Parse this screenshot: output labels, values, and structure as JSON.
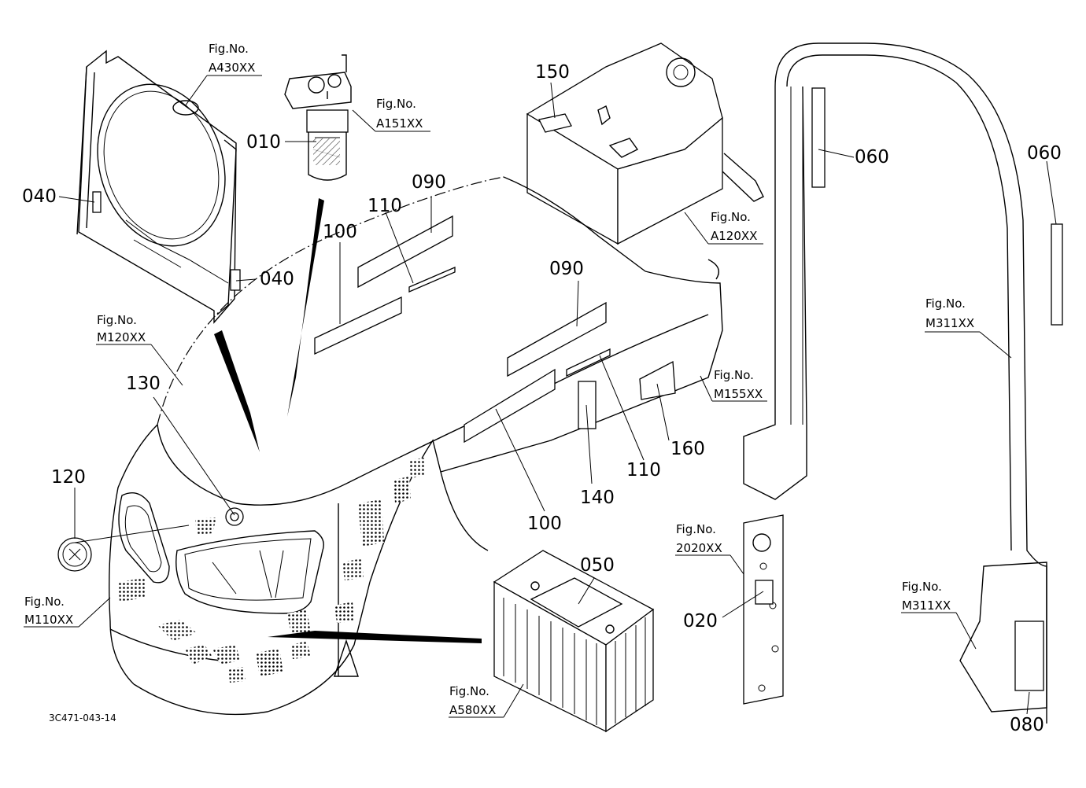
{
  "diagram": {
    "drawing_code": "3C471-043-14",
    "fig_prefix": "Fig.No.",
    "fig_refs": [
      {
        "id": "a430",
        "code": "A430XX"
      },
      {
        "id": "a151",
        "code": "A151XX"
      },
      {
        "id": "a120",
        "code": "A120XX"
      },
      {
        "id": "m120",
        "code": "M120XX"
      },
      {
        "id": "m155",
        "code": "M155XX"
      },
      {
        "id": "m311a",
        "code": "M311XX"
      },
      {
        "id": "m311b",
        "code": "M311XX"
      },
      {
        "id": "m110",
        "code": "M110XX"
      },
      {
        "id": "a580",
        "code": "A580XX"
      },
      {
        "id": "2020",
        "code": "2020XX"
      }
    ],
    "callouts": [
      {
        "id": "010",
        "label": "010"
      },
      {
        "id": "020",
        "label": "020"
      },
      {
        "id": "040a",
        "label": "040"
      },
      {
        "id": "040b",
        "label": "040"
      },
      {
        "id": "050",
        "label": "050"
      },
      {
        "id": "060a",
        "label": "060"
      },
      {
        "id": "060b",
        "label": "060"
      },
      {
        "id": "080",
        "label": "080"
      },
      {
        "id": "090a",
        "label": "090"
      },
      {
        "id": "090b",
        "label": "090"
      },
      {
        "id": "100a",
        "label": "100"
      },
      {
        "id": "100b",
        "label": "100"
      },
      {
        "id": "110a",
        "label": "110"
      },
      {
        "id": "110b",
        "label": "110"
      },
      {
        "id": "120",
        "label": "120"
      },
      {
        "id": "130",
        "label": "130"
      },
      {
        "id": "140",
        "label": "140"
      },
      {
        "id": "150",
        "label": "150"
      },
      {
        "id": "160",
        "label": "160"
      }
    ]
  }
}
